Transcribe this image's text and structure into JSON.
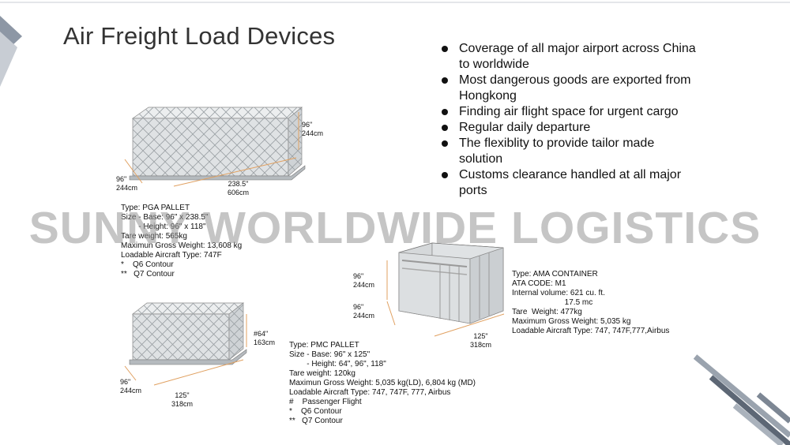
{
  "title": "Air Freight Load Devices",
  "bullets": [
    "Coverage of all major airport across China to worldwide",
    "Most dangerous goods are exported from Hongkong",
    "Finding air flight space for urgent cargo",
    "Regular daily departure",
    "The flexiblity to provide tailor made solution",
    "Customs clearance handled at all major ports"
  ],
  "watermark": "SUNNY WORLDWIDE LOGISTICS",
  "pga": {
    "dims": {
      "height_in": "96\"",
      "height_cm": "244cm",
      "length_in": "238.5\"",
      "length_cm": "606cm",
      "width_in": "96\"",
      "width_cm": "244cm"
    },
    "spec": [
      "Type: PGA PALLET",
      "Size - Base: 96\" x 238.5\"",
      "        - Height: 96\" x 118\"",
      "Tare weight: 565kg",
      "Maximun Gross Weight: 13,608 kg",
      "Loadable Aircraft Type: 747F",
      "*    Q6 Contour",
      "**   Q7 Contour"
    ]
  },
  "pmc": {
    "dims": {
      "height_in": "#64\"",
      "height_cm": "163cm",
      "length_in": "125\"",
      "length_cm": "318cm",
      "width_in": "96\"",
      "width_cm": "244cm"
    },
    "spec": [
      "Type: PMC PALLET",
      "Size - Base: 96\" x 125\"",
      "        - Height: 64\", 96\", 118\"",
      "Tare weight: 120kg",
      "Maximun Gross Weight: 5,035 kg(LD), 6,804 kg (MD)",
      "Loadable Aircraft Type: 747, 747F, 777, Airbus",
      "#    Passenger Flight",
      "*    Q6 Contour",
      "**   Q7 Contour"
    ]
  },
  "ama": {
    "dims": {
      "height_in": "96\"",
      "height_cm": "244cm",
      "width_in": "96\"",
      "width_cm": "244cm",
      "length_in": "125\"",
      "length_cm": "318cm"
    },
    "spec": [
      "Type: AMA CONTAINER",
      "ATA CODE: M1",
      "Internal volume: 621 cu. ft.",
      "                        17.5 mc",
      "Tare  Weight: 477kg",
      "Maximum Gross Weight: 5,035 kg",
      "Loadable Aircraft Type: 747, 747F,777,Airbus"
    ]
  },
  "colors": {
    "accent": "#8a96a6",
    "netting": "#9aa0a4",
    "box": "#dfe2e4"
  }
}
